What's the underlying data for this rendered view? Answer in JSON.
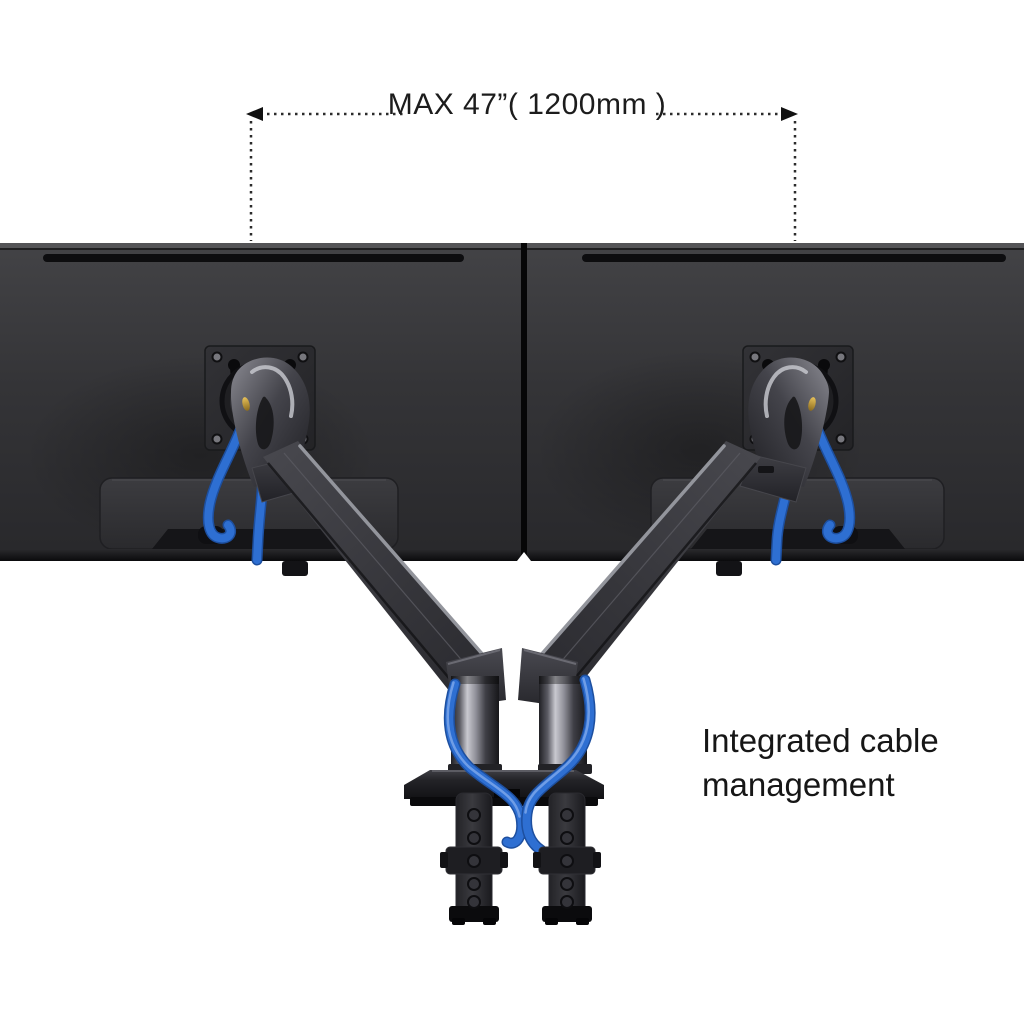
{
  "annotations": {
    "max_span_label": "MAX 47”( 1200mm )",
    "cable_management_line1": "Integrated cable",
    "cable_management_line2": "management"
  },
  "colors": {
    "background": "#ffffff",
    "cable_blue": "#2e6fd2",
    "cable_blue_dark": "#1d4f9f",
    "cable_blue_light": "#7aa6ea",
    "monitor_body": "#39393c",
    "metal_arm": "#3c3c42",
    "annotation_text": "#1a1a1a"
  },
  "illustration": {
    "parts": [
      "left-monitor",
      "right-monitor",
      "monitor-gap",
      "left-vesa-mount",
      "right-vesa-mount",
      "left-arm",
      "right-arm",
      "left-riser",
      "right-riser",
      "desk-base",
      "left-clamp-post",
      "right-clamp-post",
      "blue-cables",
      "dimension-indicator"
    ]
  }
}
